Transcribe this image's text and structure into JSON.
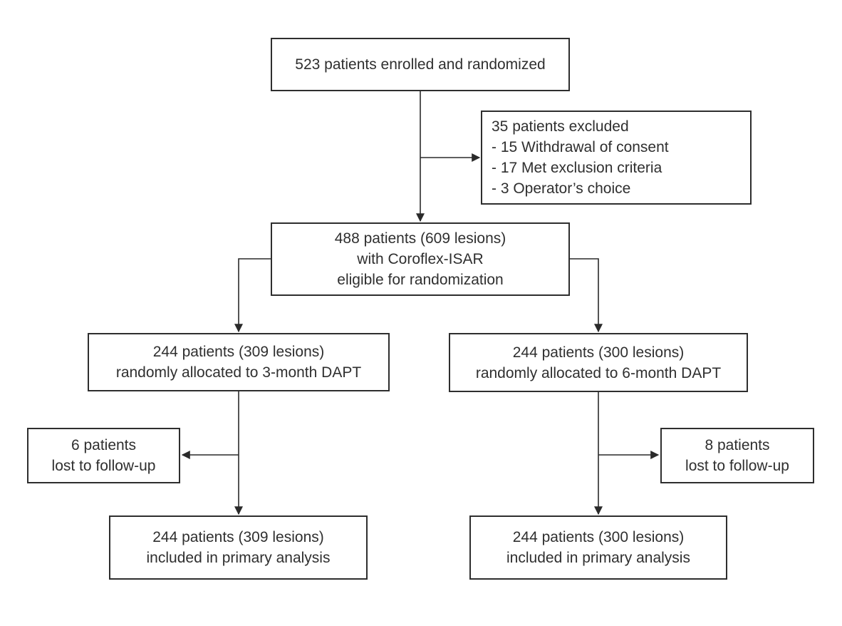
{
  "figure": {
    "type": "consort-flow-diagram",
    "colors": {
      "line": "#2a2a2a",
      "border": "#2e2e2e",
      "text": "#2f2f2f",
      "background": "#ffffff"
    },
    "boxes": {
      "enrolled": {
        "lines": [
          "523 patients enrolled and randomized"
        ]
      },
      "excluded": {
        "lines": [
          "35 patients excluded",
          "- 15 Withdrawal of consent",
          "- 17 Met exclusion criteria",
          "- 3 Operator’s choice"
        ]
      },
      "eligible": {
        "lines": [
          "488 patients (609 lesions)",
          "with Coroflex-ISAR",
          "eligible for randomization"
        ]
      },
      "allocated_3month": {
        "lines": [
          "244 patients (309 lesions)",
          "randomly allocated to 3-month DAPT"
        ]
      },
      "allocated_6month": {
        "lines": [
          "244 patients (300 lesions)",
          "randomly allocated to 6-month DAPT"
        ]
      },
      "lost_3month": {
        "lines": [
          "6 patients",
          "lost to follow-up"
        ]
      },
      "lost_6month": {
        "lines": [
          "8 patients",
          "lost to follow-up"
        ]
      },
      "analysis_3month": {
        "lines": [
          "244 patients (309 lesions)",
          "included in primary analysis"
        ]
      },
      "analysis_6month": {
        "lines": [
          "244 patients (300 lesions)",
          "included in primary analysis"
        ]
      }
    }
  }
}
